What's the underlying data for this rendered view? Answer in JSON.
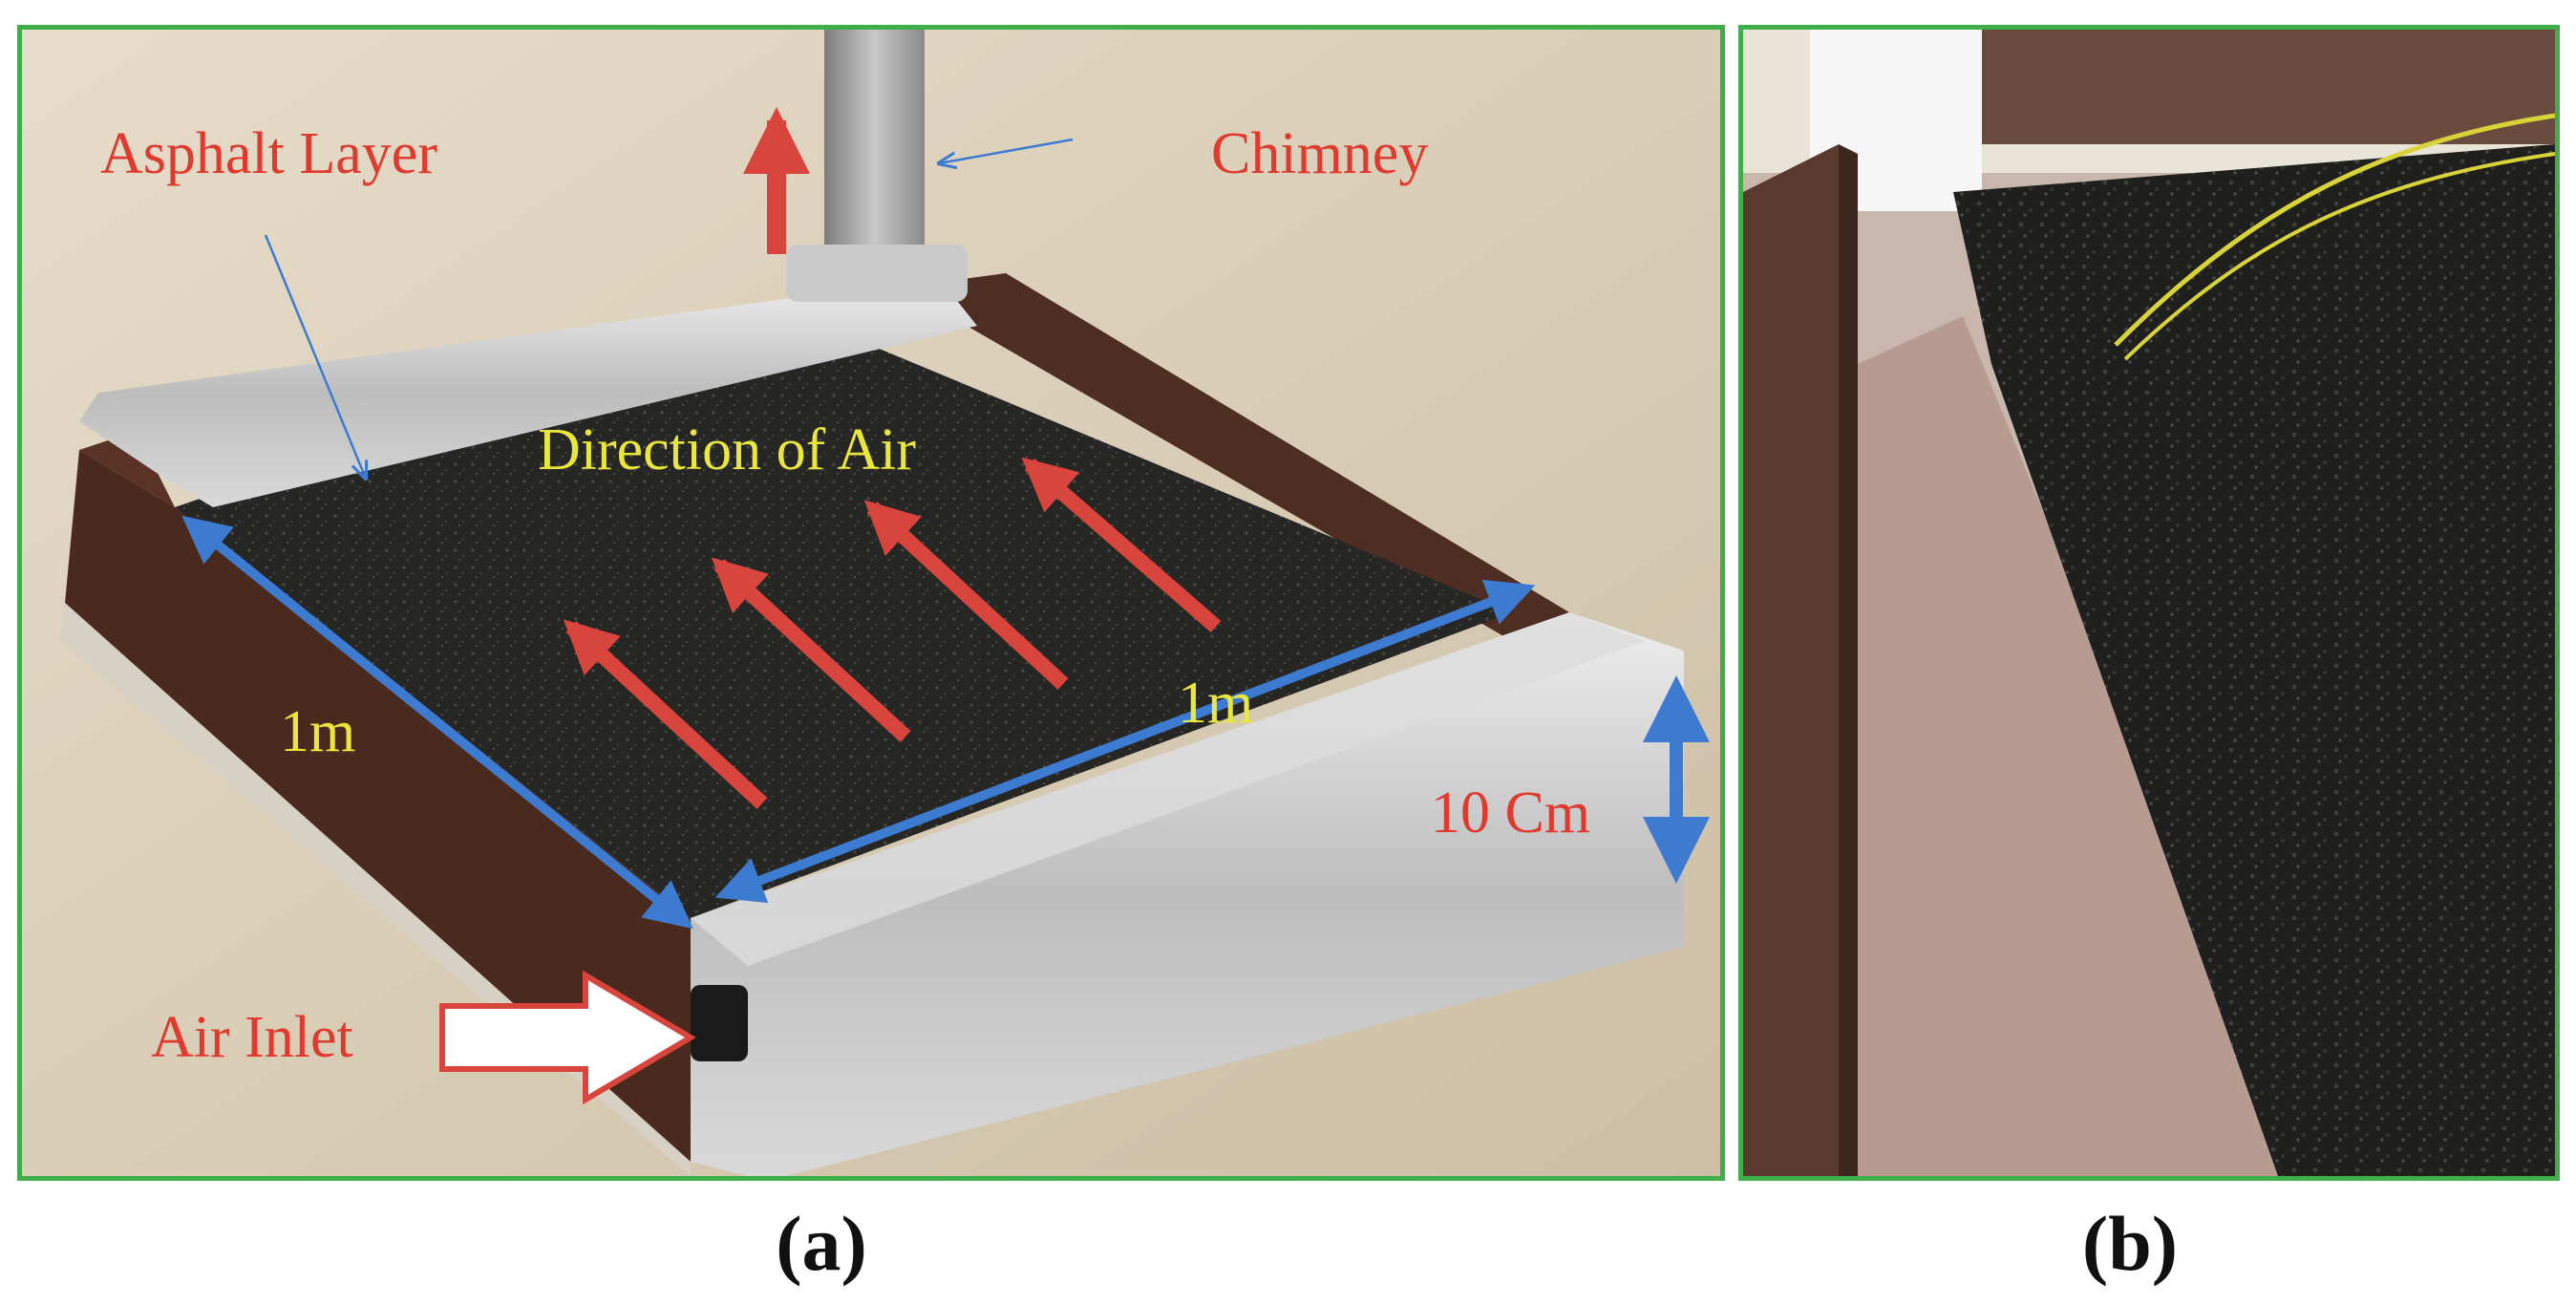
{
  "figure": {
    "panel_a": {
      "caption": "(a)",
      "labels": {
        "asphalt_layer": "Asphalt Layer",
        "chimney": "Chimney",
        "direction_of_air": "Direction of Air",
        "dim_left": "1m",
        "dim_right": "1m",
        "height": "10 Cm",
        "air_inlet": "Air Inlet"
      }
    },
    "panel_b": {
      "caption": "(b)"
    }
  },
  "colors": {
    "panel_border": "#3fae49",
    "label_red": "#e0392e",
    "label_yellow": "#e9e63c",
    "dimension_arrow": "#3d7bd0",
    "air_arrow": "#d8453c"
  }
}
